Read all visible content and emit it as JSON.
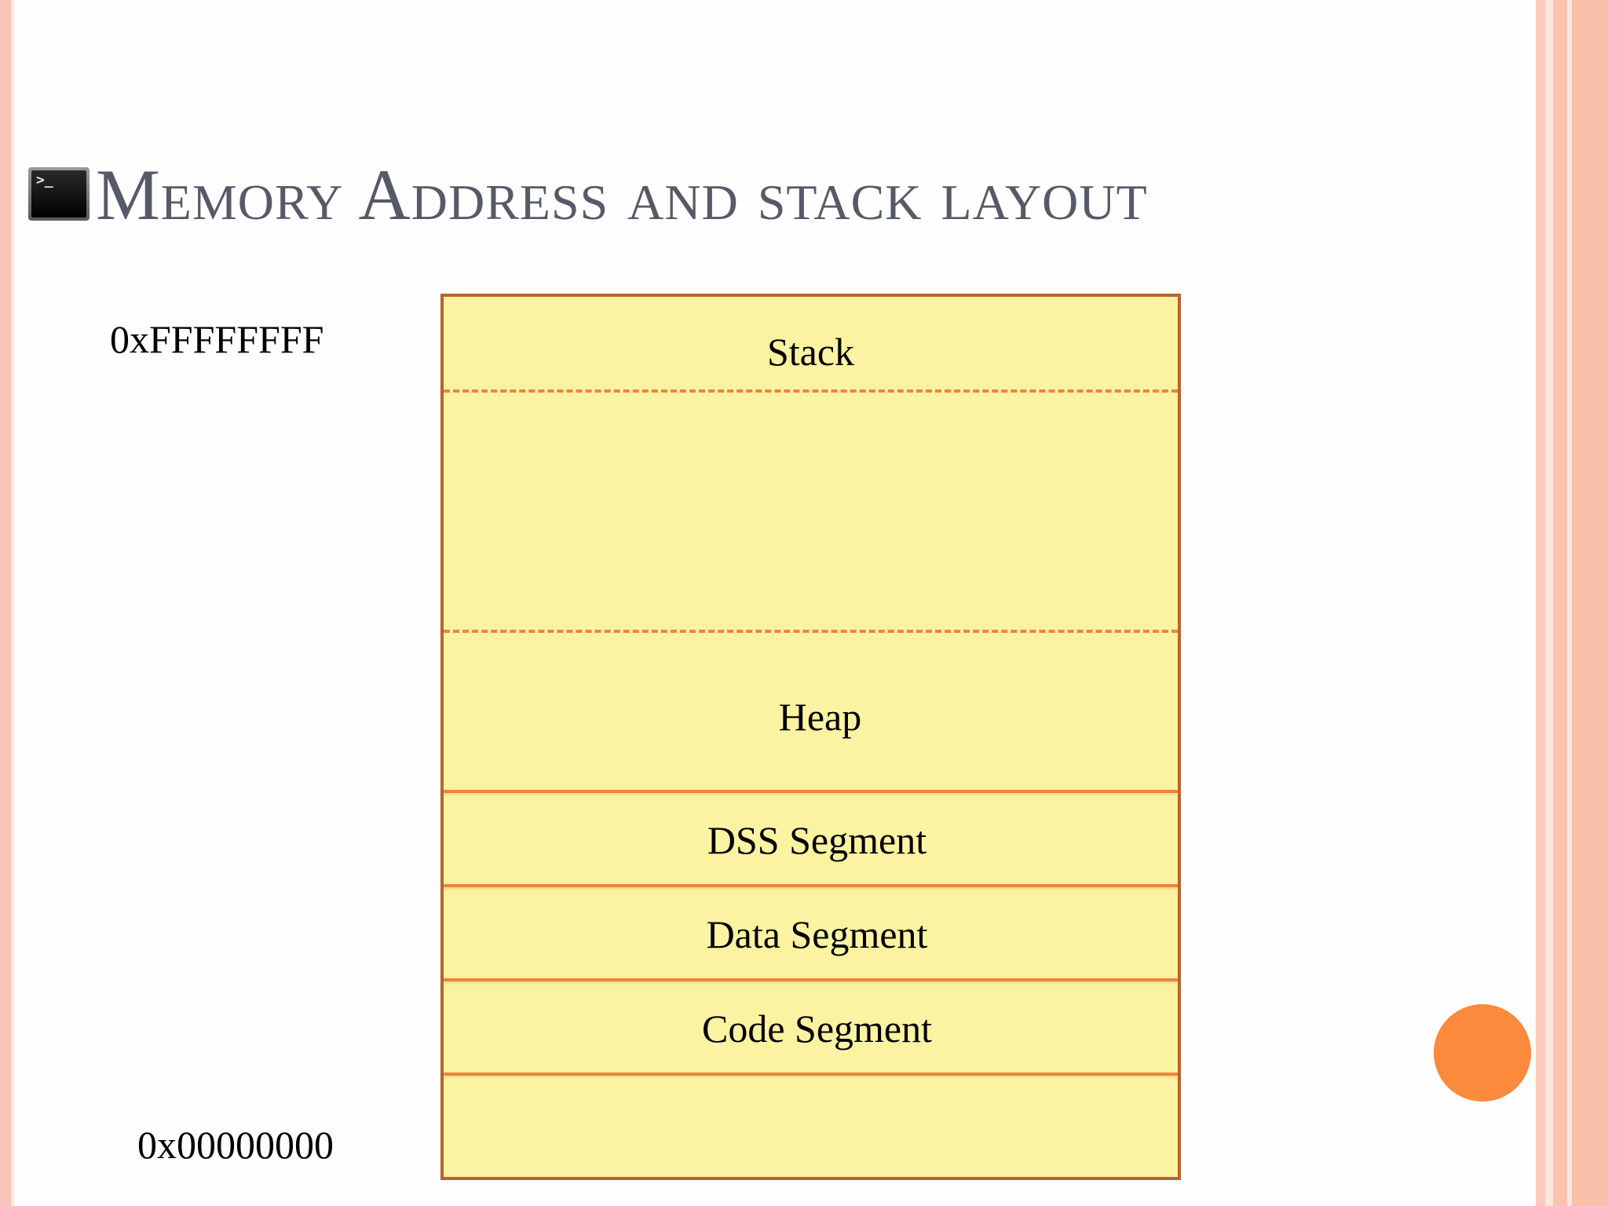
{
  "slide": {
    "title": "Memory Address and stack layout",
    "title_icon": "terminal-icon",
    "title_icon_glyph": ">_"
  },
  "addresses": {
    "top": "0xFFFFFFFF",
    "bottom": "0x00000000"
  },
  "memory_layout": {
    "segments": [
      {
        "key": "stack",
        "label": "Stack"
      },
      {
        "key": "free",
        "label": ""
      },
      {
        "key": "heap",
        "label": "Heap"
      },
      {
        "key": "dss",
        "label": "DSS Segment"
      },
      {
        "key": "data",
        "label": "Data Segment"
      },
      {
        "key": "code",
        "label": "Code Segment"
      },
      {
        "key": "bottom",
        "label": ""
      }
    ]
  },
  "colors": {
    "title": "#565a68",
    "segment_fill": "#fbf3a1",
    "outline": "#b5652d",
    "divider": "#f0843c",
    "accent_dot": "#fb8a3c",
    "frame": "#fbc3ae"
  }
}
